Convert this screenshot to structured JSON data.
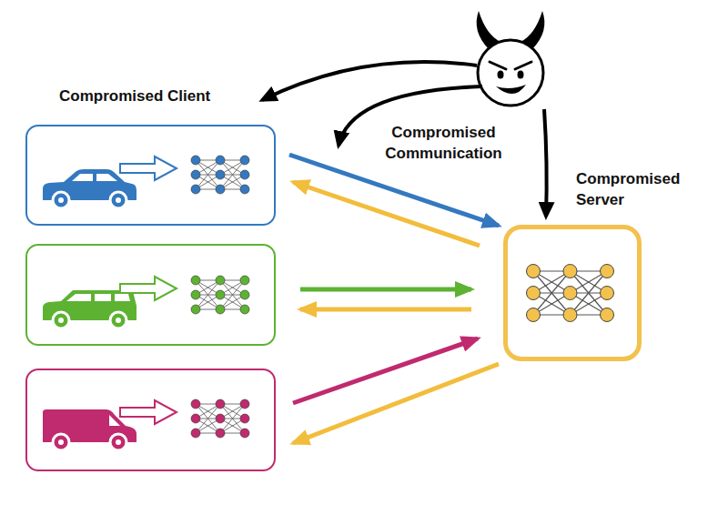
{
  "diagram": {
    "nodes": [
      {
        "text": []
      },
      {
        "text": []
      },
      {
        "text": []
      },
      {
        "text": []
      }
    ],
    "edges": [
      {
        "from": 0,
        "to": 3,
        "arrow": "to"
      },
      {
        "from": 3,
        "to": 0,
        "arrow": "to"
      },
      {
        "from": 1,
        "to": 3,
        "arrow": "to"
      },
      {
        "from": 3,
        "to": 1,
        "arrow": "to"
      },
      {
        "from": 2,
        "to": 3,
        "arrow": "to"
      },
      {
        "from": 3,
        "to": 2,
        "arrow": "to"
      }
    ],
    "labels": [
      "Compromised Client",
      "Compromised Communication",
      "Compromised Server"
    ]
  }
}
